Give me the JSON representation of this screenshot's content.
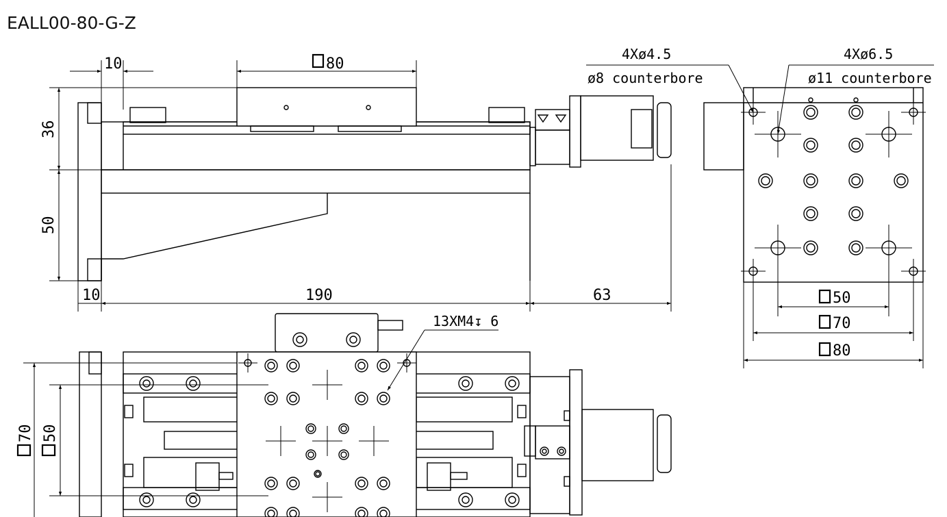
{
  "title": "EALL00-80-G-Z",
  "dimensions": {
    "top_10": "10",
    "square_80_top": "80",
    "height_36": "36",
    "height_50": "50",
    "bottom_10": "10",
    "length_190": "190",
    "length_63": "63",
    "square_70_left": "70",
    "square_50_left": "50",
    "square_50_right": "50",
    "square_70_right": "70",
    "square_80_right": "80"
  },
  "notes": {
    "small_holes_count": "4Xø4.5",
    "small_holes_cbore": "ø8 counterbore",
    "large_holes_count": "4Xø6.5",
    "large_holes_cbore": "ø11 counterbore",
    "tapped_holes": "13XM4↧ 6"
  },
  "symbols": {
    "square": "□"
  }
}
